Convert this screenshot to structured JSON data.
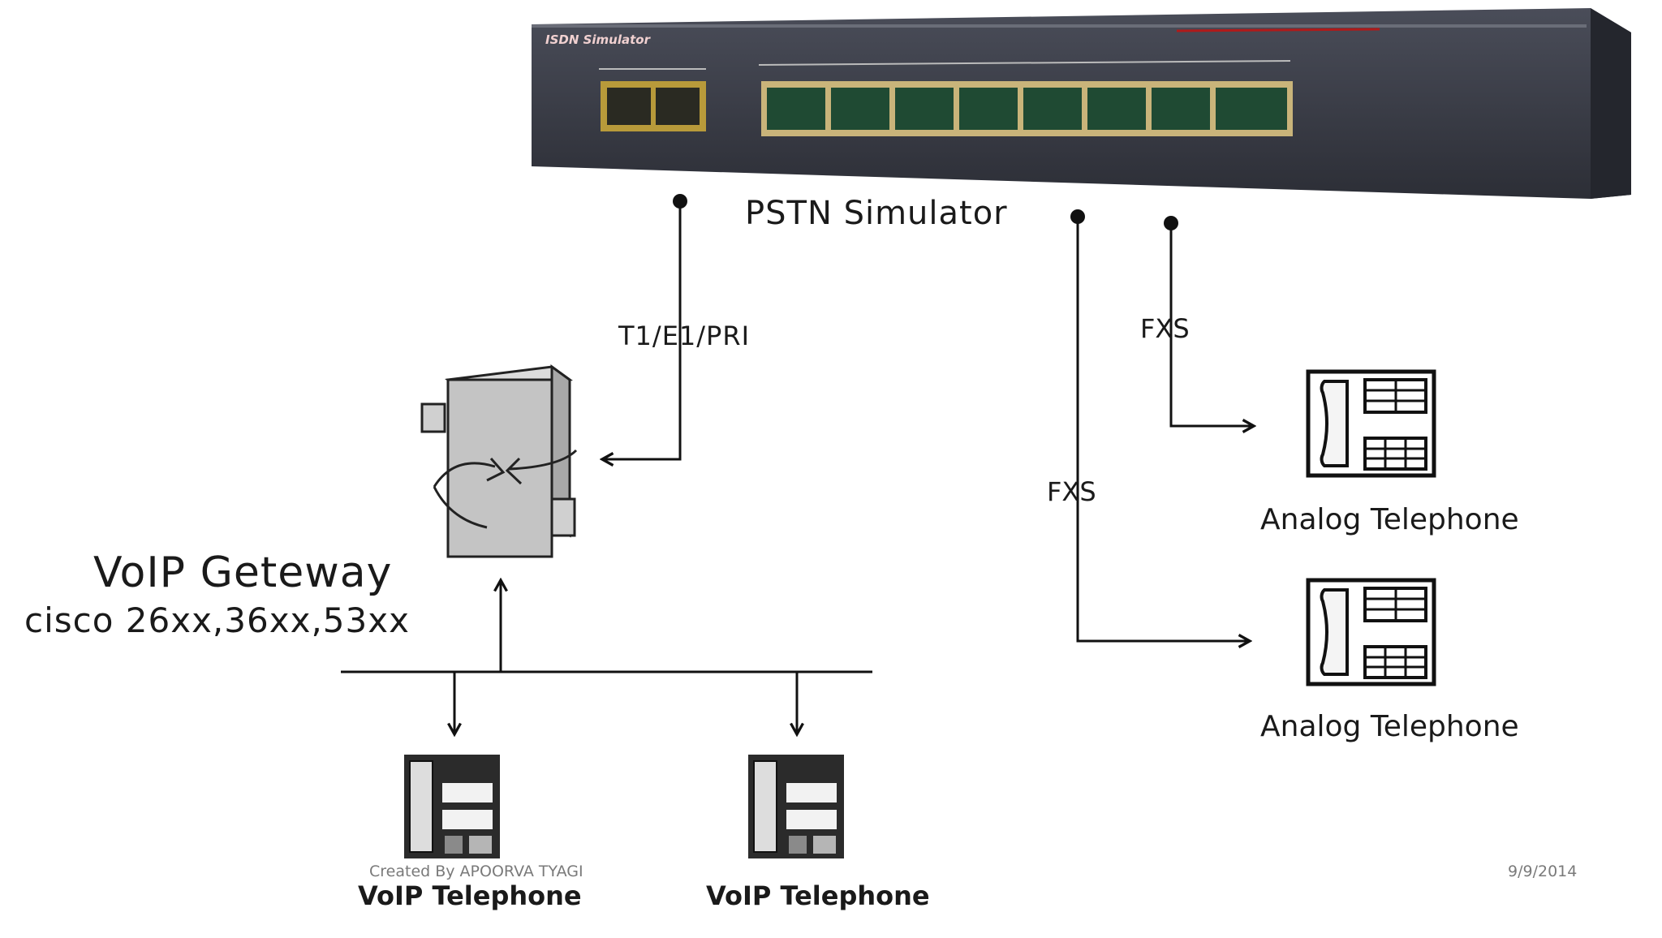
{
  "labels": {
    "pstn_simulator": "PSTN Simulator",
    "t1_link": "T1/E1/PRI",
    "fxs_upper": "FXS",
    "fxs_lower": "FXS",
    "gateway_title": "VoIP Geteway",
    "gateway_models": "cisco 26xx,36xx,53xx",
    "analog_phone_1": "Analog Telephone",
    "analog_phone_2": "Analog Telephone",
    "voip_phone_1": "VoIP Telephone",
    "voip_phone_2": "VoIP Telephone",
    "device_brand": "ISDN Simulator"
  },
  "footer": {
    "credit": "Created By APOORVA TYAGI",
    "date": "9/9/2014"
  },
  "colors": {
    "device_body": "#3a3d48",
    "port_green": "#1f4a33",
    "line": "#111111",
    "gateway_gray": "#c4c4c4"
  }
}
